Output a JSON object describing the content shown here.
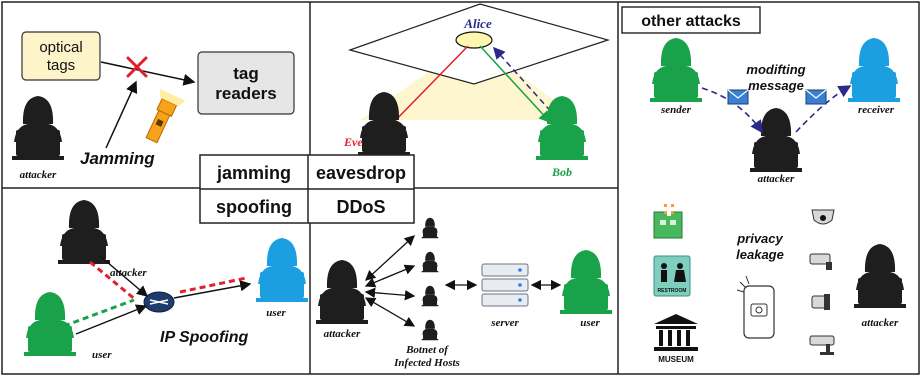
{
  "panels": {
    "jamming": {
      "optical_tags_line1": "optical",
      "optical_tags_line2": "tags",
      "tag_readers_line1": "tag",
      "tag_readers_line2": "readers",
      "jamming_label": "Jamming",
      "attacker_label": "attacker"
    },
    "eavesdrop": {
      "alice_label": "Alice",
      "eve_label": "Eve",
      "bob_label": "Bob"
    },
    "spoofing": {
      "attacker_label": "attacker",
      "user_label_right": "user",
      "user_label_left": "user",
      "ip_spoofing_label": "IP Spoofing"
    },
    "ddos": {
      "attacker_label": "attacker",
      "server_label": "server",
      "user_label": "user",
      "botnet_line1": "Botnet of",
      "botnet_line2": "Infected Hosts"
    },
    "other": {
      "title": "other attacks",
      "sender_label": "sender",
      "receiver_label": "receiver",
      "modifying_line1": "modifting",
      "modifying_line2": "message",
      "attacker_label": "attacker",
      "privacy_line1": "privacy",
      "privacy_line2": "leakage",
      "restroom_label": "RESTROOM",
      "museum_label": "MUSEUM",
      "attacker_label_2": "attacker"
    }
  },
  "center_table": {
    "cells": [
      "jamming",
      "eavesdrop",
      "spoofing",
      "DDoS"
    ]
  },
  "colors": {
    "hacker_dark": "#1e1e1e",
    "hacker_green": "#1aa24a",
    "hacker_blue": "#1b9fe0",
    "eve_red": "#e0202a",
    "bob_green": "#1aa24a",
    "alice_blue": "#2a2a8a",
    "tag_fill": "#fdf5c9",
    "reader_fill": "#e6e6e6"
  }
}
